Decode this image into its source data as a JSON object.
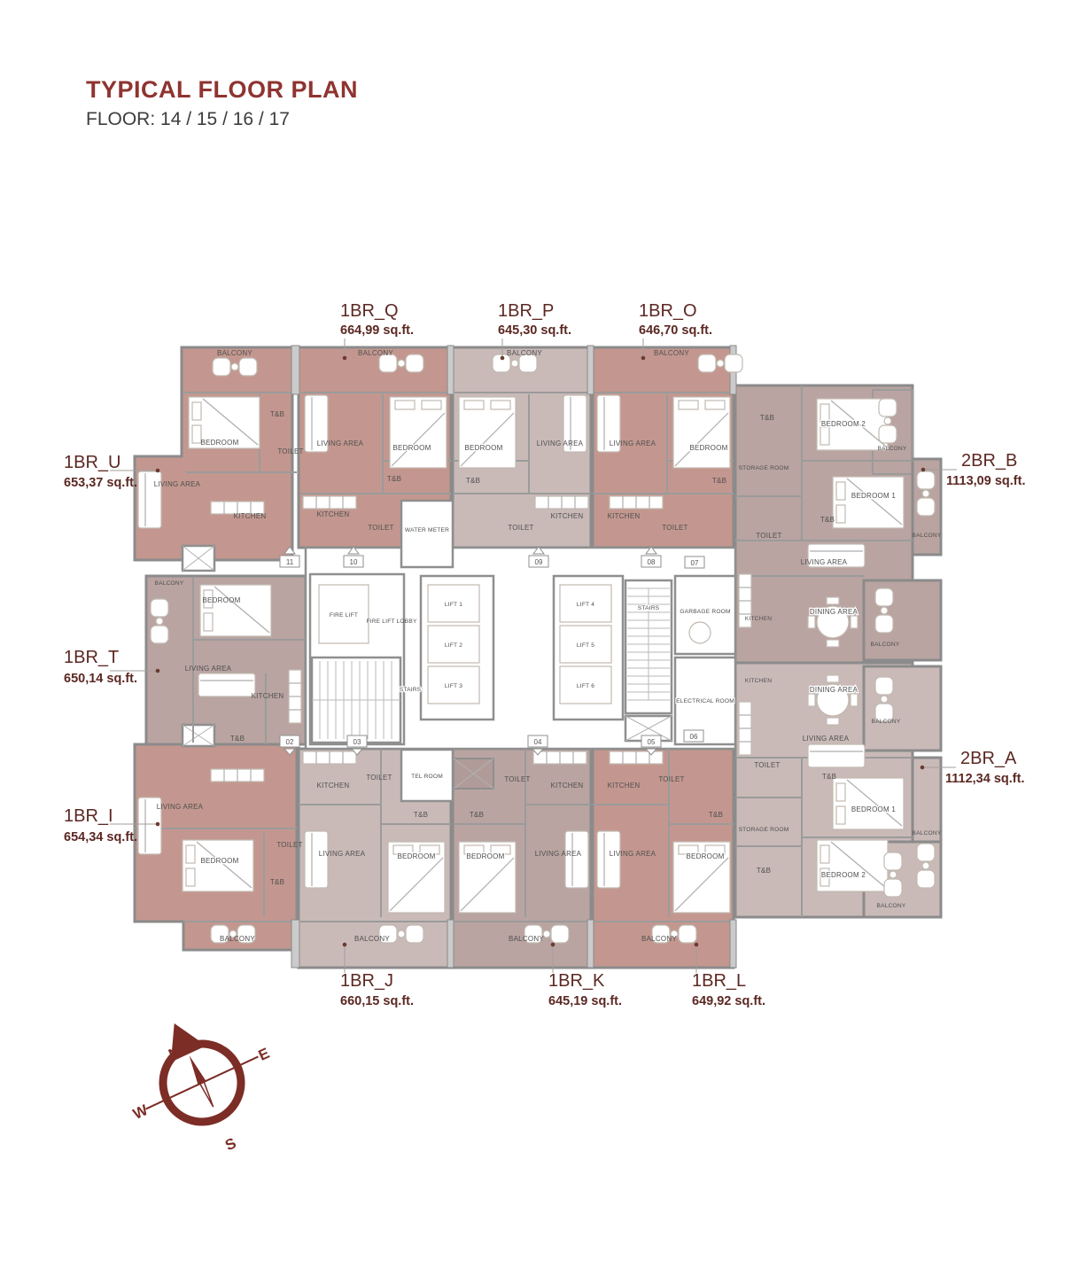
{
  "header": {
    "title": "TYPICAL FLOOR PLAN",
    "subtitle": "FLOOR: 14 / 15 / 16 / 17"
  },
  "units": [
    {
      "name": "1BR_U",
      "area": "653,37 sq.ft."
    },
    {
      "name": "1BR_Q",
      "area": "664,99 sq.ft."
    },
    {
      "name": "1BR_P",
      "area": "645,30 sq.ft."
    },
    {
      "name": "1BR_O",
      "area": "646,70 sq.ft."
    },
    {
      "name": "2BR_B",
      "area": "1113,09 sq.ft."
    },
    {
      "name": "1BR_T",
      "area": "650,14 sq.ft."
    },
    {
      "name": "2BR_A",
      "area": "1112,34 sq.ft."
    },
    {
      "name": "1BR_I",
      "area": "654,34 sq.ft."
    },
    {
      "name": "1BR_J",
      "area": "660,15 sq.ft."
    },
    {
      "name": "1BR_K",
      "area": "645,19 sq.ft."
    },
    {
      "name": "1BR_L",
      "area": "649,92 sq.ft."
    }
  ],
  "rooms": {
    "balcony": "BALCONY",
    "bedroom": "BEDROOM",
    "bedroom1": "BEDROOM 1",
    "bedroom2": "BEDROOM 2",
    "living": "LIVING AREA",
    "dining": "DINING AREA",
    "kitchen": "KITCHEN",
    "toilet": "TOILET",
    "tb": "T&B",
    "storage": "STORAGE ROOM"
  },
  "core": {
    "fire_lift": "FIRE LIFT",
    "fire_lift_lobby": "FIRE LIFT LOBBY",
    "stairs": "STAIRS",
    "lift1": "LIFT 1",
    "lift2": "LIFT 2",
    "lift3": "LIFT 3",
    "lift4": "LIFT 4",
    "lift5": "LIFT 5",
    "lift6": "LIFT 6",
    "garbage": "GARBAGE ROOM",
    "electrical": "ELECTRICAL ROOM",
    "water": "WATER METER",
    "tel": "TEL ROOM"
  },
  "doors": {
    "d02": "02",
    "d03": "03",
    "d04": "04",
    "d05": "05",
    "d06": "06",
    "d07": "07",
    "d08": "08",
    "d09": "09",
    "d10": "10",
    "d11": "11"
  },
  "compass": {
    "n": "N",
    "e": "E",
    "s": "S",
    "w": "W"
  },
  "colors": {
    "accent": "#8e3431",
    "label": "#5c2823",
    "unit_dark": "#c3978f",
    "unit_mid": "#b9a4a1",
    "unit_light": "#c9bab8",
    "wall": "#8b8b8b",
    "shaft": "#b09b99"
  }
}
